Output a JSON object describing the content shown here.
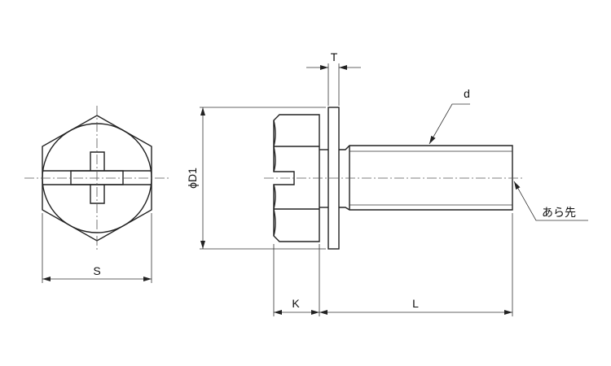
{
  "title": "Hex head cross-recessed screw with washer (dimension drawing)",
  "labels": {
    "s": "S",
    "d1": "ϕD1",
    "t": "T",
    "d": "d",
    "k": "K",
    "l": "L",
    "point": "あら先"
  },
  "colors": {
    "line": "#222222",
    "background": "#ffffff"
  }
}
